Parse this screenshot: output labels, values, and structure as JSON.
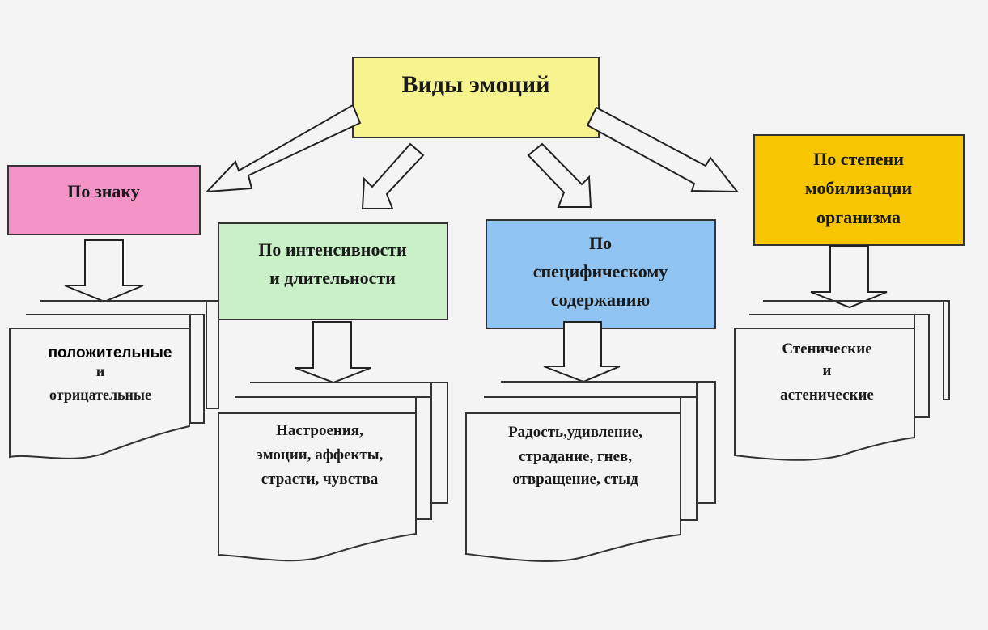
{
  "title": "Виды эмоций",
  "colors": {
    "background": "#f4f4f4",
    "root_fill": "#f7f38f",
    "sign_fill": "#f493c5",
    "intensity_fill": "#c9f0c6",
    "content_fill": "#8fc3f1",
    "mobilization_fill": "#f7c600",
    "border": "#333333"
  },
  "categories": [
    {
      "id": "sign",
      "label_lines": [
        "По знаку"
      ],
      "result_lines": [
        "положительные",
        "и",
        "отрицательные"
      ]
    },
    {
      "id": "intensity",
      "label_lines": [
        "По интенсивности",
        "и длительности"
      ],
      "result_lines": [
        "Настроения,",
        "эмоции, аффекты,",
        "страсти, чувства"
      ]
    },
    {
      "id": "content",
      "label_lines": [
        "По",
        "специфическому",
        "содержанию"
      ],
      "result_lines": [
        "Радость,удивление,",
        "страдание, гнев,",
        "отвращение, стыд"
      ]
    },
    {
      "id": "mobilization",
      "label_lines": [
        "По степени",
        "мобилизации",
        "организма"
      ],
      "result_lines": [
        "Стенические",
        "и",
        "астенические"
      ]
    }
  ]
}
